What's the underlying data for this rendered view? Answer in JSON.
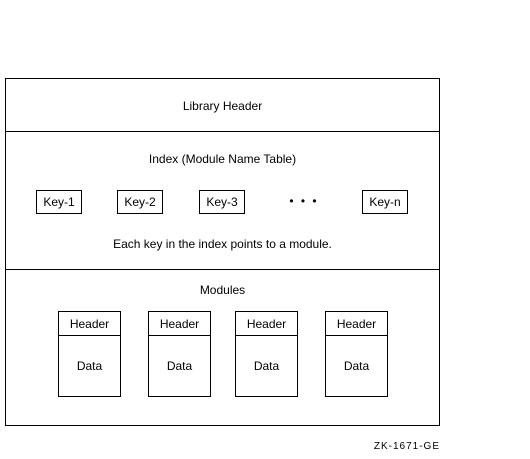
{
  "library_header": {
    "title": "Library Header"
  },
  "index_section": {
    "title": "Index (Module Name Table)",
    "keys": [
      "Key-1",
      "Key-2",
      "Key-3",
      "Key-n"
    ],
    "ellipsis": "• • •",
    "caption": "Each key in the index points to a module."
  },
  "modules_section": {
    "title": "Modules",
    "modules": [
      {
        "header": "Header",
        "data": "Data"
      },
      {
        "header": "Header",
        "data": "Data"
      },
      {
        "header": "Header",
        "data": "Data"
      },
      {
        "header": "Header",
        "data": "Data"
      }
    ]
  },
  "figure_id": "ZK-1671-GE"
}
